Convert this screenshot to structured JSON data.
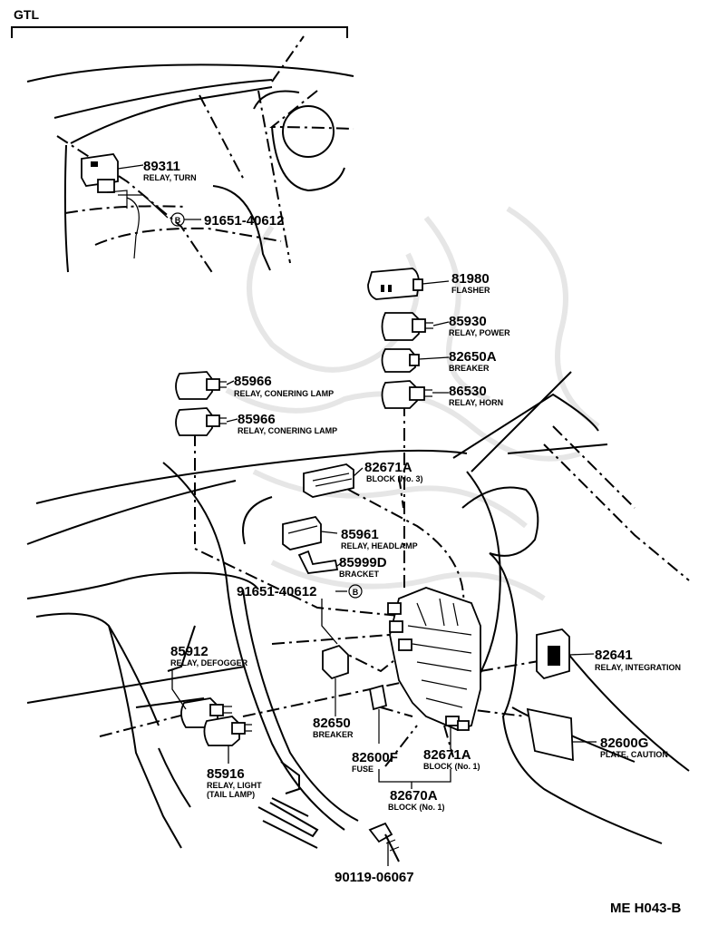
{
  "section_label": "GTL",
  "callouts": [
    {
      "id": "c89311",
      "number": "89311",
      "desc": "RELAY, TURN"
    },
    {
      "id": "c91651a",
      "number": "91651-40612",
      "desc": "",
      "marker": "B"
    },
    {
      "id": "c81980",
      "number": "81980",
      "desc": "FLASHER"
    },
    {
      "id": "c85930",
      "number": "85930",
      "desc": "RELAY, POWER"
    },
    {
      "id": "c82650A",
      "number": "82650A",
      "desc": "BREAKER"
    },
    {
      "id": "c86530",
      "number": "86530",
      "desc": "RELAY, HORN"
    },
    {
      "id": "c85966a",
      "number": "85966",
      "desc": "RELAY, CONERING LAMP"
    },
    {
      "id": "c85966b",
      "number": "85966",
      "desc": "RELAY, CONERING LAMP"
    },
    {
      "id": "c82671Ab3",
      "number": "82671A",
      "desc": "BLOCK (No. 3)"
    },
    {
      "id": "c85961",
      "number": "85961",
      "desc": "RELAY, HEADLAMP"
    },
    {
      "id": "c85999D",
      "number": "85999D",
      "desc": "BRACKET"
    },
    {
      "id": "c91651b",
      "number": "91651-40612",
      "desc": "",
      "marker": "B"
    },
    {
      "id": "c85912",
      "number": "85912",
      "desc": "RELAY, DEFOGGER"
    },
    {
      "id": "c82641",
      "number": "82641",
      "desc": "RELAY, INTEGRATION"
    },
    {
      "id": "c82650",
      "number": "82650",
      "desc": "BREAKER"
    },
    {
      "id": "c82600G",
      "number": "82600G",
      "desc": "PLATE, CAUTION"
    },
    {
      "id": "c82600F",
      "number": "82600F",
      "desc": "FUSE"
    },
    {
      "id": "c82671Ab1",
      "number": "82671A",
      "desc": "BLOCK (No. 1)"
    },
    {
      "id": "c85916",
      "number": "85916",
      "desc": "RELAY, LIGHT",
      "desc2": "(TAIL LAMP)"
    },
    {
      "id": "c82670A",
      "number": "82670A",
      "desc": "BLOCK (No. 1)"
    },
    {
      "id": "c90119",
      "number": "90119-06067",
      "desc": ""
    }
  ],
  "diagram_code": "ME H043-B"
}
